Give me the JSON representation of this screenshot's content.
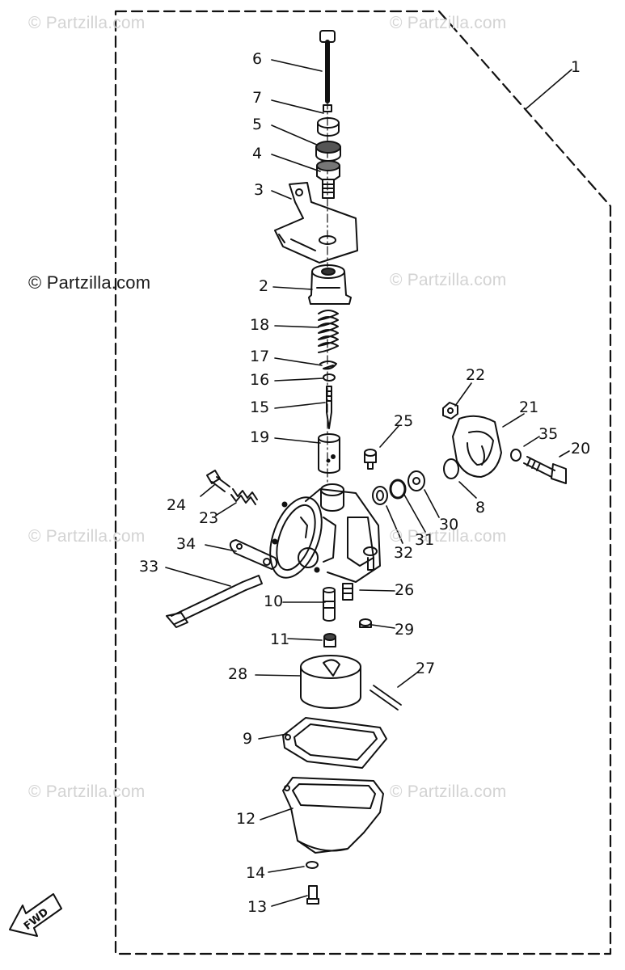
{
  "watermarks": {
    "w1": "© Partzilla.com",
    "w2": "© Partzilla.com",
    "w3": "© Partzilla.com",
    "w4": "© Partzilla.com",
    "w5": "© Partzilla.com",
    "w6": "© Partzilla.com",
    "w7": "© Partzilla.com",
    "w8": "© Partzilla.com"
  },
  "labels": {
    "l1": "1",
    "l2": "2",
    "l3": "3",
    "l4": "4",
    "l5": "5",
    "l6": "6",
    "l7": "7",
    "l8": "8",
    "l9": "9",
    "l10": "10",
    "l11": "11",
    "l12": "12",
    "l13": "13",
    "l14": "14",
    "l15": "15",
    "l16": "16",
    "l17": "17",
    "l18": "18",
    "l19": "19",
    "l20": "20",
    "l21": "21",
    "l22": "22",
    "l23": "23",
    "l24": "24",
    "l25": "25",
    "l26": "26",
    "l27": "27",
    "l28": "28",
    "l29": "29",
    "l30": "30",
    "l31": "31",
    "l32": "32",
    "l33": "33",
    "l34": "34",
    "l35": "35"
  },
  "fwd_text": "FWD"
}
